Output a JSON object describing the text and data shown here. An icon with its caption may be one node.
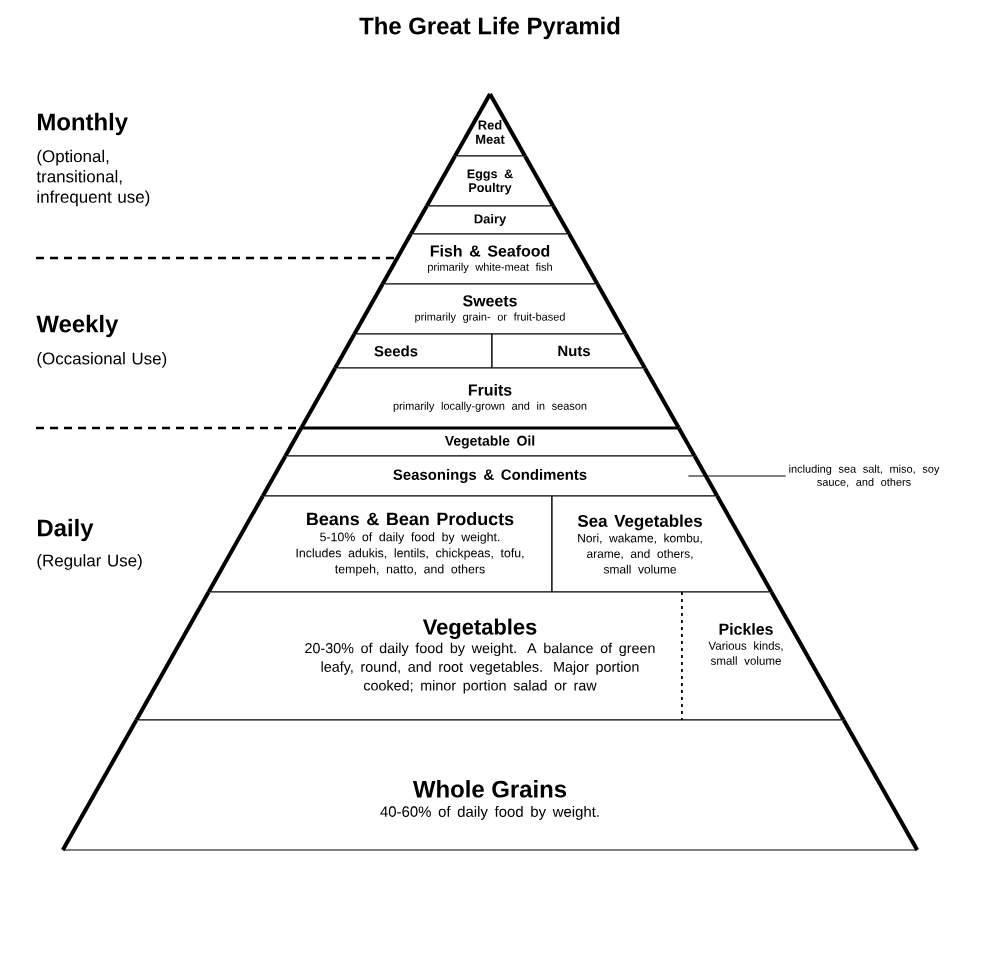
{
  "diagram": {
    "title": "The Great Life Pyramid",
    "nodes": [
      {
        "text": [
          "Red Meat"
        ]
      },
      {
        "text": [
          "Eggs & Poultry"
        ]
      },
      {
        "text": [
          "Dairy"
        ]
      },
      {
        "text": [
          "Fish & Seafood",
          "primarily white-meat fish"
        ]
      },
      {
        "text": [
          "Sweets",
          "primarily grain- or fruit-based"
        ]
      },
      {
        "text": [
          "Seeds"
        ]
      },
      {
        "text": [
          "Nuts"
        ]
      },
      {
        "text": [
          "Fruits",
          "primarily locally-grown and in season"
        ]
      },
      {
        "text": [
          "Vegetable Oil"
        ]
      },
      {
        "text": [
          "Seasonings & Condiments"
        ]
      },
      {
        "text": [
          "Beans & Bean Products",
          "5-10% of daily food by weight. Includes adukis, lentils, chickpeas, tofu, tempeh, natto, and others"
        ]
      },
      {
        "text": [
          "Sea Vegetables",
          "Nori, wakame, kombu, arame, and others, small volume"
        ]
      },
      {
        "text": [
          "Vegetables",
          "20-30% of daily food by weight. A balance of green leafy, round, and root vegetables. Major portion cooked; minor portion salad or raw"
        ]
      },
      {
        "text": [
          "Pickles",
          "Various kinds, small volume"
        ]
      },
      {
        "text": [
          "Whole Grains",
          "40-60% of daily food by weight."
        ]
      },
      {
        "text": [
          "including sea salt, miso, soy sauce, and others"
        ]
      }
    ],
    "edges": [
      {
        "from": 15,
        "to": 9,
        "arrow": "none"
      }
    ],
    "labels": [
      "Monthly",
      "(Optional, transitional, infrequent use)",
      "Weekly",
      "(Occasional Use)",
      "Daily",
      "(Regular Use)"
    ]
  }
}
